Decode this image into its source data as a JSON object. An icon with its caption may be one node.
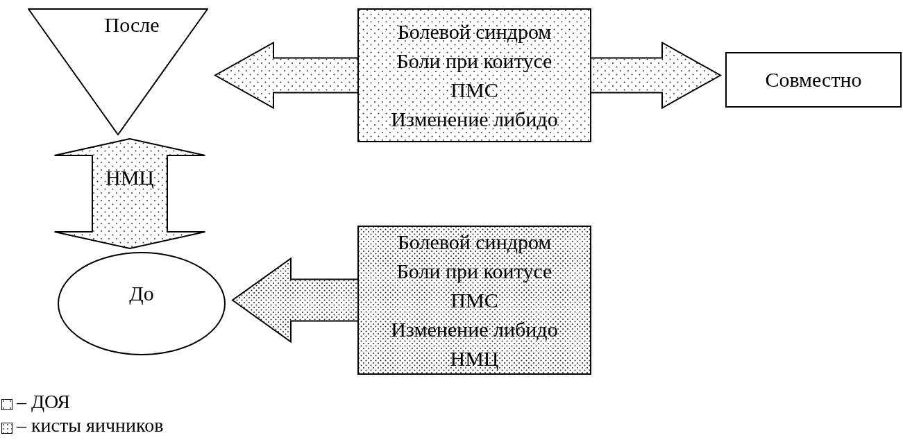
{
  "diagram": {
    "nodes": [
      {
        "text": [
          "После"
        ]
      },
      {
        "text": [
          "Совместно"
        ]
      },
      {
        "text": [
          "До"
        ]
      },
      {
        "text": [
          "Болевой синдром",
          "Боли при коитусе",
          "ПМС",
          "Изменение либидо"
        ]
      },
      {
        "text": [
          "Болевой синдром",
          "Боли при коитусе",
          "ПМС",
          "Изменение либидо",
          "НМЦ"
        ]
      }
    ],
    "edges": [
      {
        "from": 3,
        "to": 0,
        "arrow": "to"
      },
      {
        "from": 3,
        "to": 1,
        "arrow": "to"
      },
      {
        "from": 0,
        "to": 2,
        "arrow": "both",
        "label": "НМЦ"
      },
      {
        "from": 4,
        "to": 2,
        "arrow": "to"
      }
    ],
    "legend": [
      {
        "text": "– ДОЯ"
      },
      {
        "text": "– кисты яичников"
      }
    ]
  }
}
